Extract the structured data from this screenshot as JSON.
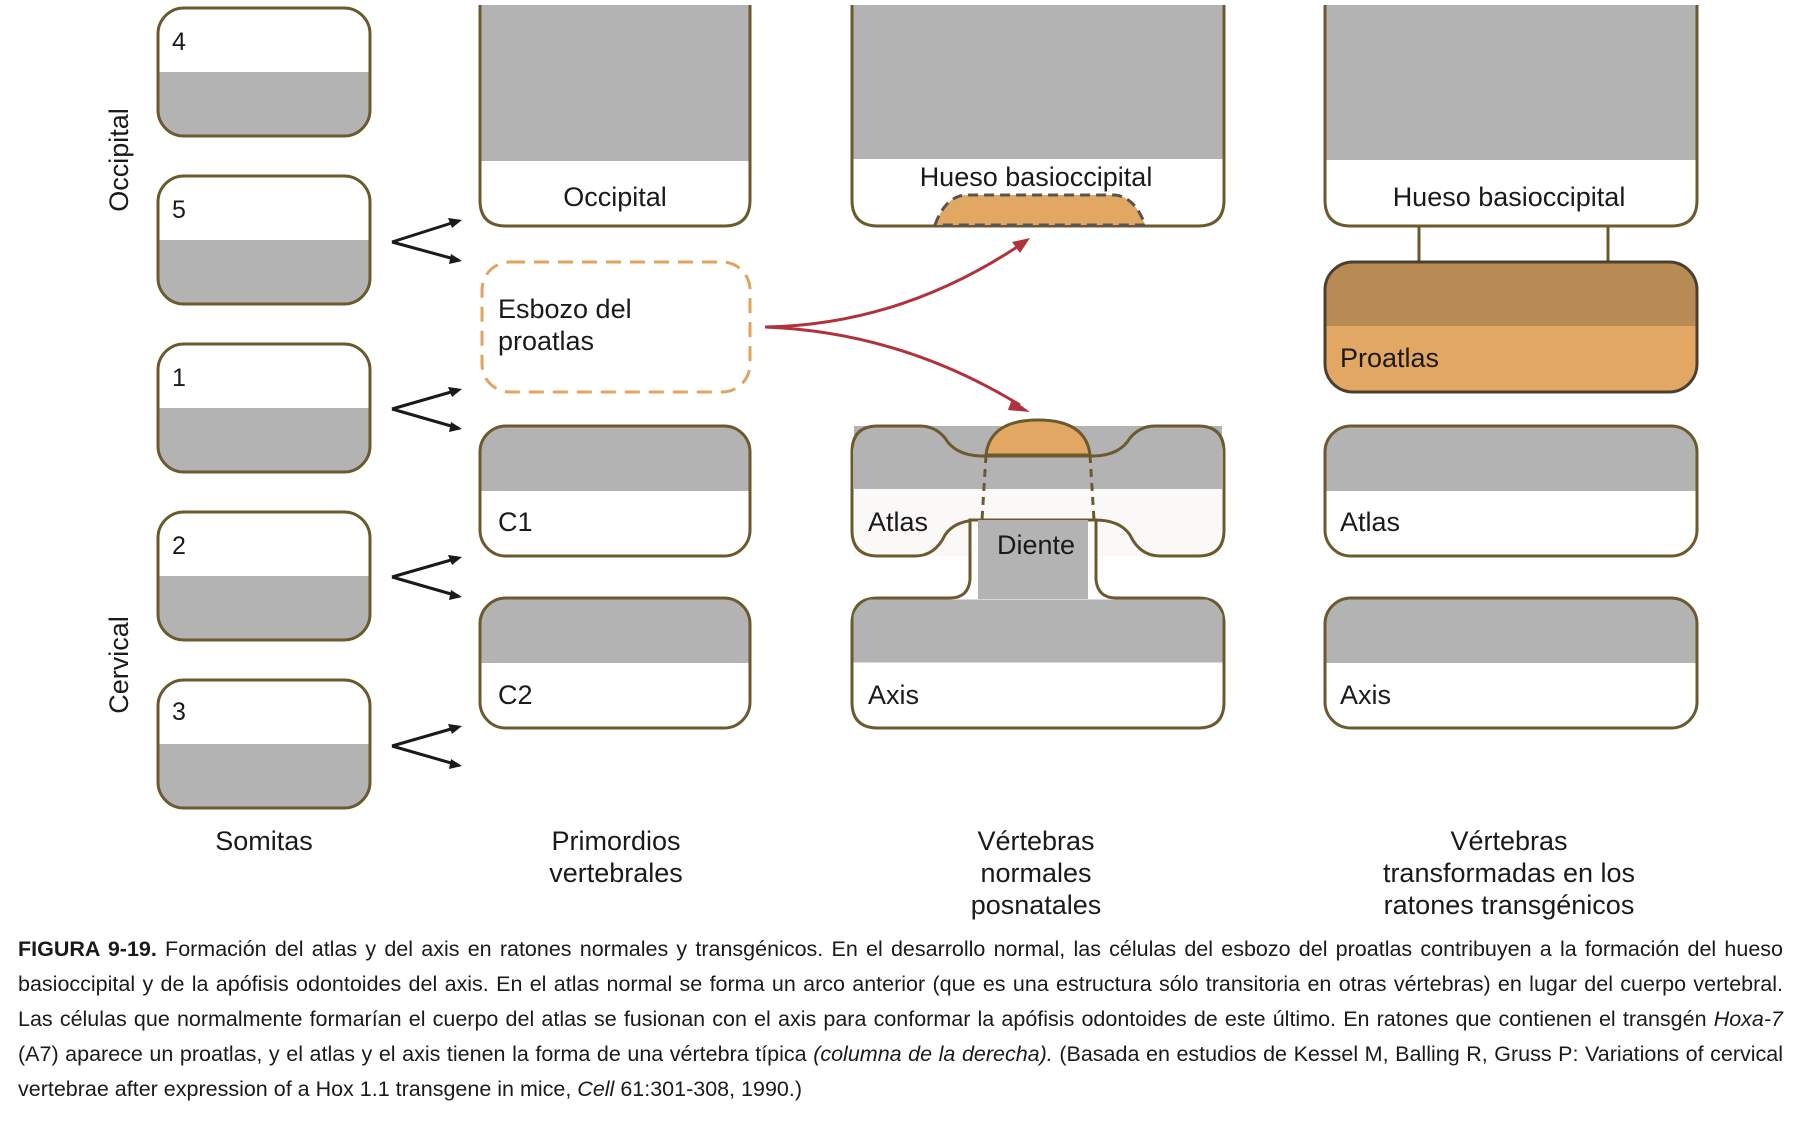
{
  "colors": {
    "outline": "#6b5a2e",
    "gray_fill": "#b3b3b3",
    "orange_fill": "#e3a764",
    "dark_orange_fill": "#b98b54",
    "arrow_red": "#b0323c",
    "arrow_black": "#1a1a1a"
  },
  "side_labels": {
    "occipital": "Occipital",
    "cervical": "Cervical"
  },
  "somites": {
    "s4": "4",
    "s5": "5",
    "s1": "1",
    "s2": "2",
    "s3": "3"
  },
  "primordia": {
    "occipital": "Occipital",
    "proatlas_line1": "Esbozo del",
    "proatlas_line2": "proatlas",
    "c1": "C1",
    "c2": "C2"
  },
  "normal": {
    "basioccipital": "Hueso basioccipital",
    "atlas": "Atlas",
    "diente": "Diente",
    "axis": "Axis"
  },
  "transformed": {
    "basioccipital": "Hueso basioccipital",
    "proatlas": "Proatlas",
    "atlas": "Atlas",
    "axis": "Axis"
  },
  "column_titles": {
    "somitas": "Somitas",
    "primordios_1": "Primordios",
    "primordios_2": "vertebrales",
    "normales_1": "Vértebras",
    "normales_2": "normales",
    "normales_3": "posnatales",
    "transformadas_1": "Vértebras",
    "transformadas_2": "transformadas en los",
    "transformadas_3": "ratones transgénicos"
  },
  "caption": {
    "figure": "FIGURA 9-19.",
    "part1": " Formación del atlas y del axis en ratones normales y transgénicos. En el desarrollo normal, las células del esbozo del proatlas contribuyen a la formación del hueso basioccipital y de la apófisis odontoides del axis. En el atlas normal se forma un arco anterior (que es una estructura sólo transitoria en otras vértebras) en lugar del cuerpo vertebral. Las células que normalmente formarían el cuerpo del atlas se fusionan con el axis para conformar la apófisis odontoides de este último. En ratones que contienen el transgén ",
    "gene": "Hoxa-7",
    "part2": " (A7) aparece un proatlas, y el atlas y el axis tienen la forma de una vértebra típica ",
    "italic_note": "(columna de la derecha).",
    "part3": " (Basada en estudios de Kessel M, Balling R, Gruss P: Variations of cervical vertebrae after expression of a Hox 1.1 transgene in mice, ",
    "journal": "Cell",
    "part4": " 61:301-308, 1990.)"
  }
}
